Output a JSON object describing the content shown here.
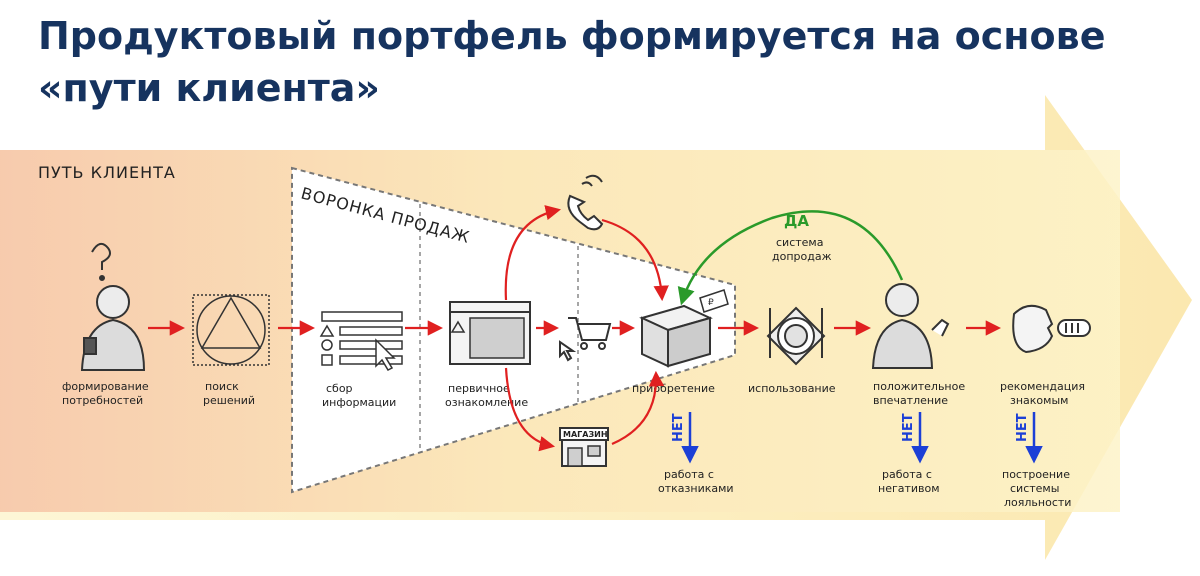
{
  "title": {
    "line1": "Продуктовый портфель формируется на основе",
    "line2": "«пути клиента»"
  },
  "diagram": {
    "band_label": "ПУТЬ КЛИЕНТА",
    "funnel_label": "ВОРОНКА ПРОДАЖ",
    "steps": {
      "needs": [
        "формирование",
        "потребностей"
      ],
      "search": [
        "поиск",
        "решений"
      ],
      "info": [
        "сбор",
        "информации"
      ],
      "familiar": [
        "первичное",
        "ознакомление"
      ],
      "purchase": [
        "приобретение"
      ],
      "usage": [
        "использование"
      ],
      "positive": [
        "положительное",
        "впечатление"
      ],
      "recommend": [
        "рекомендация",
        "знакомым"
      ]
    },
    "shop_sign": "МАГАЗИН",
    "yes_label": "ДА",
    "upsell": [
      "система",
      "допродаж"
    ],
    "no_label": "НЕТ",
    "outcomes": {
      "refusers": [
        "работа с",
        "отказниками"
      ],
      "negative": [
        "работа с",
        "негативом"
      ],
      "loyalty": [
        "построение",
        "системы",
        "лояльности"
      ]
    },
    "colors": {
      "title": "#16335f",
      "arrow": "#e02020",
      "yes": "#2a9a2a",
      "no": "#1c3fd6"
    }
  }
}
